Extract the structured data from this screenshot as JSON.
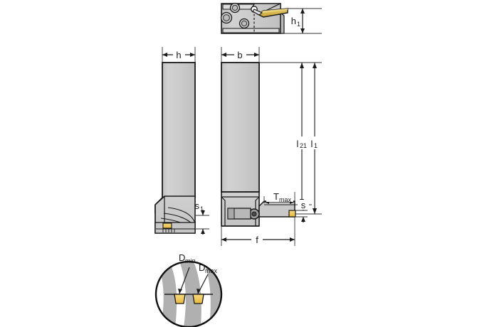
{
  "drawing": {
    "title": "Grooving / parting tool holder technical drawing",
    "views": [
      {
        "name": "top-detail-view",
        "label": ""
      },
      {
        "name": "side-view-left",
        "label": ""
      },
      {
        "name": "front-view-center",
        "label": ""
      },
      {
        "name": "bottom-circle-view",
        "label": ""
      }
    ]
  },
  "dimensions": {
    "h1": {
      "base": "h",
      "sub": "1"
    },
    "h": {
      "base": "h",
      "sub": ""
    },
    "b": {
      "base": "b",
      "sub": ""
    },
    "l21": {
      "base": "l",
      "sub": "21"
    },
    "l1": {
      "base": "l",
      "sub": "1"
    },
    "s1": {
      "base": "s",
      "sub": "1"
    },
    "Tmax": {
      "base": "T",
      "sub": "max"
    },
    "s": {
      "base": "s",
      "sub": ""
    },
    "f": {
      "base": "f",
      "sub": ""
    },
    "Dmin": {
      "base": "D",
      "sub": "min"
    },
    "Dmax": {
      "base": "D",
      "sub": "max"
    }
  },
  "colors": {
    "body_fill": "#cccccc",
    "body_fill_dark": "#b3b3b3",
    "body_fill_light": "#dcdcdc",
    "outline": "#1a1a1a",
    "insert_gold": "#f2c849",
    "insert_gold_light": "#f7dd92",
    "blade_gold": "#d9bb55",
    "workpiece_grey": "#b0b0b0",
    "white": "#ffffff",
    "dim_line": "#333333",
    "text": "#1a1a1a"
  }
}
